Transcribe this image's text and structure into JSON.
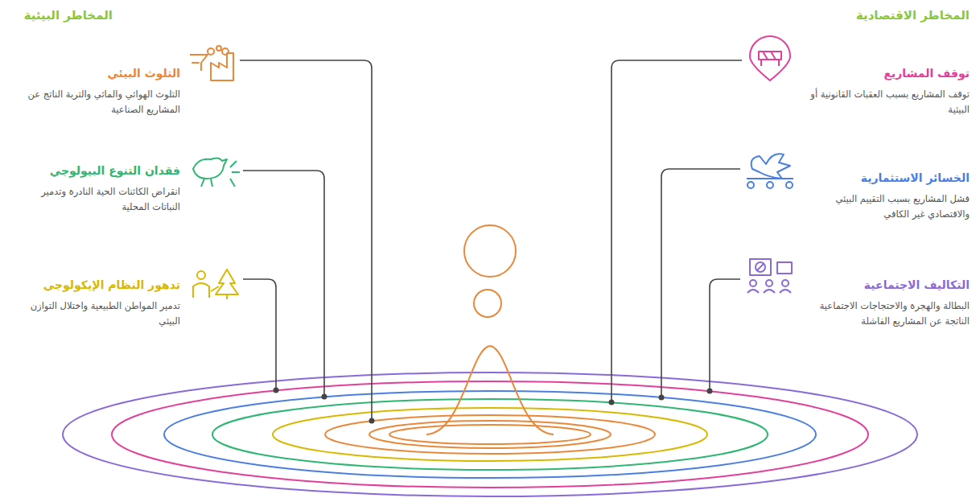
{
  "diagram": {
    "nodes": [
      {
        "text": [
          "توقف المشاريع",
          "توقف المشاريع بسبب العقبات القانونية أو البيئية"
        ]
      },
      {
        "text": [
          "الخسائر الاستثمارية",
          "فشل المشاريع بسبب التقييم البيئي والاقتصادي غير الكافي"
        ]
      },
      {
        "text": [
          "التكاليف الاجتماعية",
          "البطالة والهجرة والاحتجاجات الاجتماعية الناتجة عن المشاريع الفاشلة"
        ]
      },
      {
        "text": [
          "التلوث البيئي",
          "التلوث الهوائي والمائي والتربة الناتج عن المشاريع الصناعية"
        ]
      },
      {
        "text": [
          "فقدان التنوع البيولوجي",
          "انقراض الكائنات الحية النادرة وتدمير النباتات المحلية"
        ]
      },
      {
        "text": [
          "تدهور النظام الإيكولوجي",
          "تدمير المواطن الطبيعية واختلال التوازن البيئي"
        ]
      }
    ],
    "labels": [
      "المخاطر الاقتصادية",
      "المخاطر البيئية"
    ]
  }
}
